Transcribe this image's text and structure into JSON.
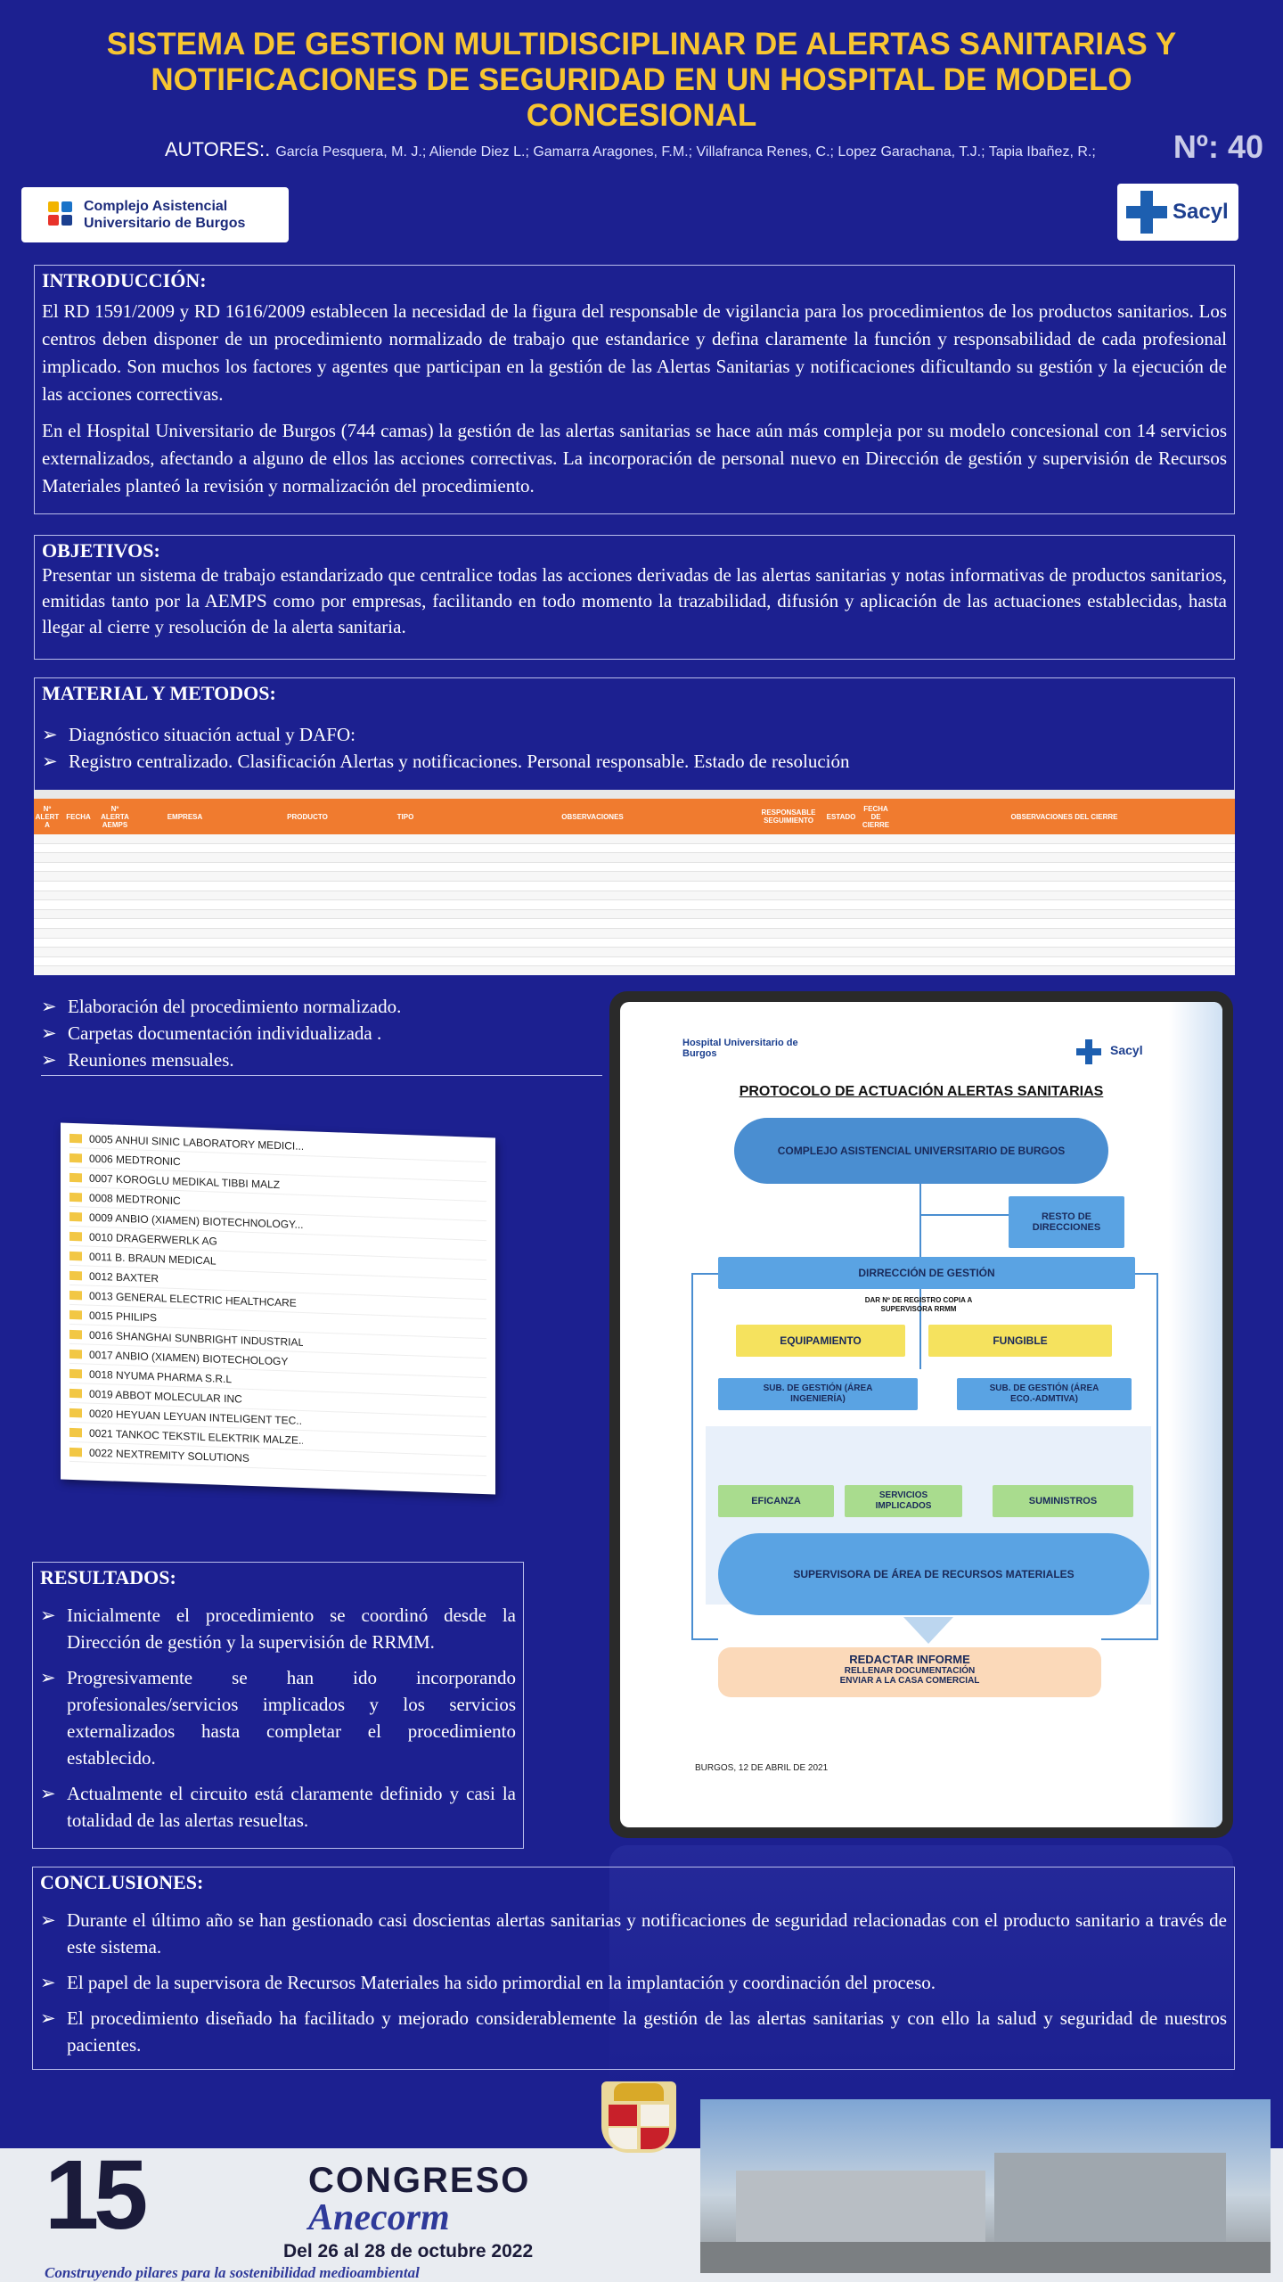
{
  "header": {
    "title": "SISTEMA DE GESTION MULTIDISCIPLINAR DE ALERTAS SANITARIAS Y NOTIFICACIONES DE SEGURIDAD EN UN HOSPITAL DE MODELO CONCESIONAL",
    "authors_label": "AUTORES:.",
    "authors": "García Pesquera, M. J.; Aliende Diez L.; Gamarra Aragones, F.M.; Villafranca Renes, C.; Lopez Garachana, T.J.; Tapia Ibañez, R.;",
    "number": "Nº: 40"
  },
  "logos": {
    "left": "Complejo Asistencial Universitario de Burgos",
    "right": "Sacyl"
  },
  "introduccion": {
    "title": "INTRODUCCIÓN:",
    "p1": "El RD 1591/2009 y RD 1616/2009 establecen la necesidad de la figura del responsable de vigilancia para los procedimientos de los productos sanitarios. Los centros deben disponer de un procedimiento normalizado de trabajo que estandarice y defina claramente la función y responsabilidad de cada profesional implicado. Son muchos los factores y agentes que participan en la gestión de las Alertas Sanitarias y notificaciones dificultando su gestión y la ejecución de las acciones correctivas.",
    "p2": "En el Hospital Universitario de Burgos (744 camas) la gestión de las alertas sanitarias se hace aún más compleja por su modelo concesional con 14 servicios externalizados, afectando a alguno de ellos las acciones correctivas. La incorporación de personal nuevo en Dirección de gestión y supervisión de Recursos Materiales planteó la revisión y normalización del procedimiento."
  },
  "objetivos": {
    "title": "OBJETIVOS:",
    "text": "Presentar un sistema de trabajo estandarizado que centralice todas las acciones derivadas de las alertas sanitarias y notas informativas de productos sanitarios, emitidas tanto por la AEMPS como por empresas, facilitando en todo momento la trazabilidad, difusión y aplicación de las actuaciones establecidas, hasta llegar al cierre y resolución de la alerta sanitaria."
  },
  "material": {
    "title": "MATERIAL Y METODOS:",
    "items": [
      "Diagnóstico situación actual y DAFO:",
      "Registro centralizado. Clasificación Alertas y notificaciones. Personal responsable. Estado de resolución"
    ],
    "items2": [
      "Elaboración del procedimiento normalizado.",
      "Carpetas documentación individualizada .",
      "Reuniones mensuales."
    ]
  },
  "table": {
    "headers": [
      "Nº ALERT A",
      "FECHA",
      "Nº ALERTA AEMPS",
      "EMPRESA",
      "PRODUCTO",
      "TIPO",
      "OBSERVACIONES",
      "RESPONSABLE SEGUIMIENTO",
      "ESTADO",
      "FECHA DE CIERRE",
      "OBSERVACIONES DEL CIERRE"
    ]
  },
  "folders": [
    "0005 ANHUI SINIC LABORATORY MEDICI...",
    "0006 MEDTRONIC",
    "0007 KOROGLU MEDIKAL TIBBI MALZ",
    "0008 MEDTRONIC",
    "0009 ANBIO (XIAMEN) BIOTECHNOLOGY...",
    "0010 DRAGERWERLK AG",
    "0011 B. BRAUN MEDICAL",
    "0012 BAXTER",
    "0013 GENERAL ELECTRIC HEALTHCARE",
    "0015 PHILIPS",
    "0016 SHANGHAI SUNBRIGHT INDUSTRIAL",
    "0017 ANBIO (XIAMEN) BIOTECHOLOGY",
    "0018 NYUMA PHARMA S.R.L",
    "0019 ABBOT MOLECULAR INC",
    "0020 HEYUAN LEYUAN INTELIGENT TEC...",
    "0021 TANKOC TEKSTIL ELEKTRIK MALZE...",
    "0022 NEXTREMITY SOLUTIONS"
  ],
  "protocol": {
    "hospital": "Hospital Universitario de Burgos",
    "title": "PROTOCOLO DE ACTUACIÓN ALERTAS SANITARIAS",
    "complejo": "COMPLEJO ASISTENCIAL UNIVERSITARIO DE BURGOS",
    "resto": "RESTO DE DIRECCIONES",
    "direccion": "DIRRECCIÓN DE GESTIÓN",
    "registro": "DAR Nº DE REGISTRO COPIA A SUPERVISORA RRMM",
    "equipamiento": "EQUIPAMIENTO",
    "fungible": "FUNGIBLE",
    "sub1": "SUB. DE GESTIÓN (ÁREA INGENIERÍA)",
    "sub2": "SUB. DE GESTIÓN (ÁREA ECO.-ADMTIVA)",
    "eficanza": "EFICANZA",
    "servicios": "SERVICIOS IMPLICADOS",
    "suministros": "SUMINISTROS",
    "supervisora": "SUPERVISORA DE ÁREA DE RECURSOS MATERIALES",
    "redactar": "REDACTAR INFORME",
    "rellenar": "RELLENAR DOCUMENTACIÓN",
    "enviar": "ENVIAR A LA CASA COMERCIAL",
    "fecha": "BURGOS, 12 DE ABRIL DE 2021"
  },
  "resultados": {
    "title": "RESULTADOS:",
    "items": [
      "Inicialmente el procedimiento se coordinó desde la Dirección de gestión y la supervisión de RRMM.",
      "Progresivamente se han ido incorporando profesionales/servicios implicados y los servicios externalizados hasta completar el procedimiento establecido.",
      "Actualmente el circuito está claramente definido y casi la totalidad de las alertas resueltas."
    ]
  },
  "conclusiones": {
    "title": "CONCLUSIONES:",
    "items": [
      "Durante el último año se han gestionado casi doscientas alertas sanitarias y notificaciones de seguridad relacionadas con el producto sanitario a través de este sistema.",
      "El papel de la supervisora de Recursos Materiales ha sido primordial en la implantación y coordinación del proceso.",
      "El procedimiento diseñado ha facilitado y mejorado considerablemente la gestión de las alertas sanitarias y con ello la salud y seguridad de nuestros pacientes."
    ]
  },
  "footer": {
    "number": "15",
    "congreso": "CONGRESO",
    "anecorm": "Anecorm",
    "dates": "Del 26 al 28 de octubre 2022",
    "tagline": "Construyendo pilares para la sostenibilidad medioambiental"
  }
}
